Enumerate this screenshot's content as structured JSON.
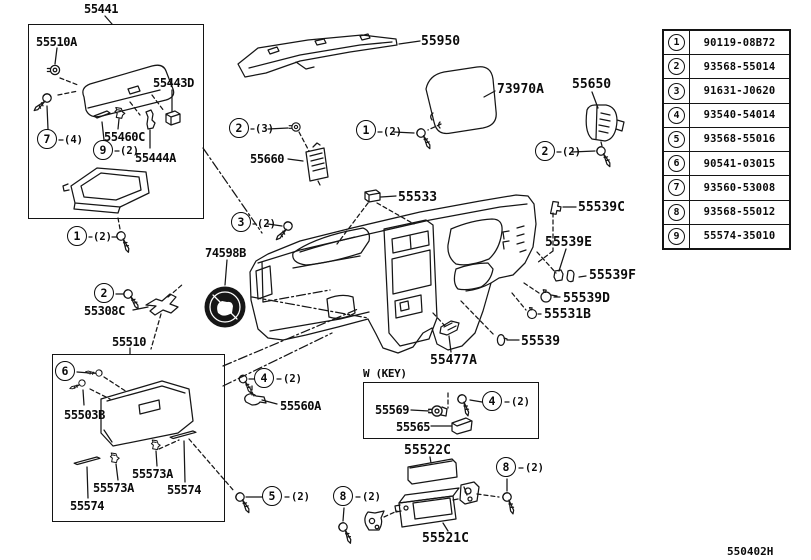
{
  "figure_code": "550402H",
  "labels": {
    "a55441": "55441",
    "p55510a": "55510A",
    "p55443d": "55443D",
    "p55460c": "55460C",
    "p55444a": "55444A",
    "p55308c": "55308C",
    "p74598b": "74598B",
    "p55950": "55950",
    "p55660": "55660",
    "p73970a": "73970A",
    "p55650": "55650",
    "p55533": "55533",
    "p55539c": "55539C",
    "p55539e": "55539E",
    "p55539f": "55539F",
    "p55539d": "55539D",
    "p55531b": "55531B",
    "p55539": "55539",
    "p55477a": "55477A",
    "a55510": "55510",
    "p55503b": "55503B",
    "p55573a": "55573A",
    "p55574": "55574",
    "p55560a": "55560A",
    "wkey": "W (KEY)",
    "p55569": "55569",
    "p55565": "55565",
    "p55522c": "55522C",
    "p55521c": "55521C"
  },
  "callouts": {
    "c1a": {
      "num": "1",
      "qty": "(2)"
    },
    "c1b": {
      "num": "1",
      "qty": "(2)"
    },
    "c2a": {
      "num": "2",
      "qty": ""
    },
    "c2b": {
      "num": "2",
      "qty": "(3)"
    },
    "c2c": {
      "num": "2",
      "qty": "(2)"
    },
    "c3": {
      "num": "3",
      "qty": "(2)"
    },
    "c4a": {
      "num": "4",
      "qty": "(2)"
    },
    "c4b": {
      "num": "4",
      "qty": "(2)"
    },
    "c5": {
      "num": "5",
      "qty": "(2)"
    },
    "c6": {
      "num": "6",
      "qty": ""
    },
    "c7": {
      "num": "7",
      "qty": "(4)"
    },
    "c8a": {
      "num": "8",
      "qty": "(2)"
    },
    "c8b": {
      "num": "8",
      "qty": "(2)"
    },
    "c9": {
      "num": "9",
      "qty": "(2)"
    }
  },
  "table": {
    "rows": [
      {
        "ref": "1",
        "part": "90119-08B72"
      },
      {
        "ref": "2",
        "part": "93568-55014"
      },
      {
        "ref": "3",
        "part": "91631-J0620"
      },
      {
        "ref": "4",
        "part": "93540-54014"
      },
      {
        "ref": "5",
        "part": "93568-55016"
      },
      {
        "ref": "6",
        "part": "90541-03015"
      },
      {
        "ref": "7",
        "part": "93560-53008"
      },
      {
        "ref": "8",
        "part": "93568-55012"
      },
      {
        "ref": "9",
        "part": "55574-35010"
      }
    ]
  }
}
